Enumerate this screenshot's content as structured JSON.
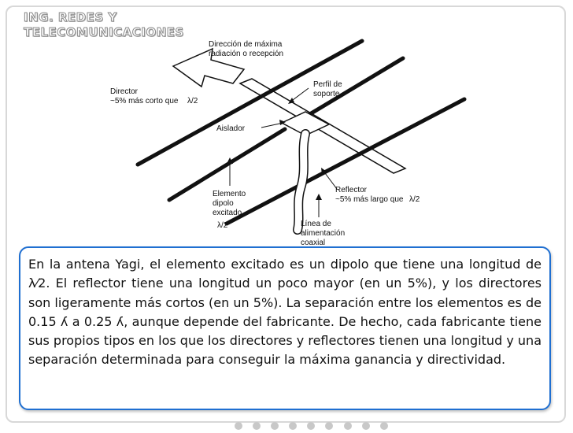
{
  "slide": {
    "title": "ING. REDES Y\nTELECOMUNICACIONES",
    "figure": {
      "direction_label": "Dirección de máxima radiación o recepción",
      "direction_line1": "Dirección de máxima",
      "direction_line2": "radiación o recepción",
      "director_line1": "Director",
      "director_line2": "~5% más corto que",
      "lambda_half": "λ/2",
      "perfil_line1": "Perfil de",
      "perfil_line2": "soporte",
      "aislador": "Aislador",
      "elemento_line1": "Elemento",
      "elemento_line2": "dipolo",
      "elemento_line3": "excitado",
      "reflector_line1": "Reflector",
      "reflector_line2": "~5% más largo que",
      "linea_line1": "Línea de",
      "linea_line2": "alimentación",
      "linea_line3": "coaxial"
    },
    "body_text": "En la antena Yagi, el elemento excitado es un dipolo que tiene una longitud de λ⁄2. El reflector tiene una longitud un poco mayor (en un 5%), y los directores son ligeramente más cortos (en un 5%). La separación entre los elementos es de 0.15 ʎ a 0.25 ʎ, aunque depende del fabricante. De hecho, cada fabricante tiene sus propios tipos en los que los directores y reflectores tienen una longitud y una separación determinada para conseguir la máxima ganancia y directividad."
  }
}
